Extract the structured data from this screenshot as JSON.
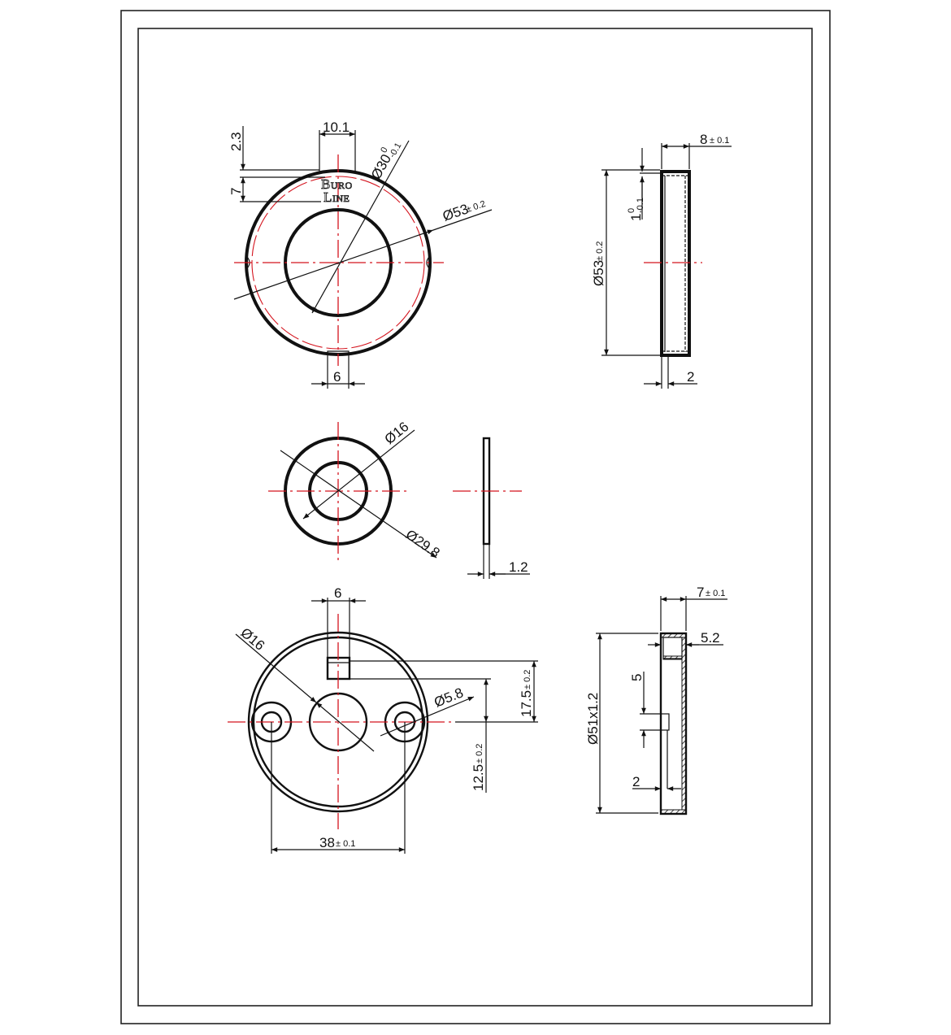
{
  "drawing": {
    "logo": {
      "line1_big": "B",
      "line1_rest": "URO",
      "line2_big": "L",
      "line2_rest": "INE"
    },
    "view_top_front": {
      "dims": {
        "width_top": "10.1",
        "height_a": "2.3",
        "height_b": "7",
        "inner_dia": "Ø30",
        "inner_dia_tol_upper": "0",
        "inner_dia_tol_lower": "-0.1",
        "outer_dia": "Ø53",
        "outer_dia_tol": "± 0.2",
        "slot_width": "6"
      }
    },
    "view_top_side": {
      "dims": {
        "thickness": "8",
        "thickness_tol": "± 0.1",
        "lip": "1",
        "lip_tol_upper": "0",
        "lip_tol_lower": "-0.1",
        "height": "Ø53",
        "height_tol": "± 0.2",
        "wall": "2"
      }
    },
    "view_washer_front": {
      "dims": {
        "inner_dia": "Ø16",
        "outer_dia": "Ø29.8"
      }
    },
    "view_washer_side": {
      "dims": {
        "thickness": "1.2"
      }
    },
    "view_base_front": {
      "dims": {
        "slot_width": "6",
        "center_dia": "Ø16",
        "hole_dia": "Ø5.8",
        "offset_a": "17.5",
        "offset_a_tol": "± 0.2",
        "offset_b": "12.5",
        "offset_b_tol": "± 0.2",
        "hole_spacing": "38",
        "hole_spacing_tol": "± 0.1"
      }
    },
    "view_base_side": {
      "dims": {
        "thickness": "7",
        "thickness_tol": "± 0.1",
        "pocket": "5.2",
        "pin": "5",
        "diameter": "Ø51x1.2",
        "wall": "2"
      }
    }
  },
  "colors": {
    "line": "#111111",
    "centerline": "#d4141e",
    "paper": "#ffffff"
  }
}
